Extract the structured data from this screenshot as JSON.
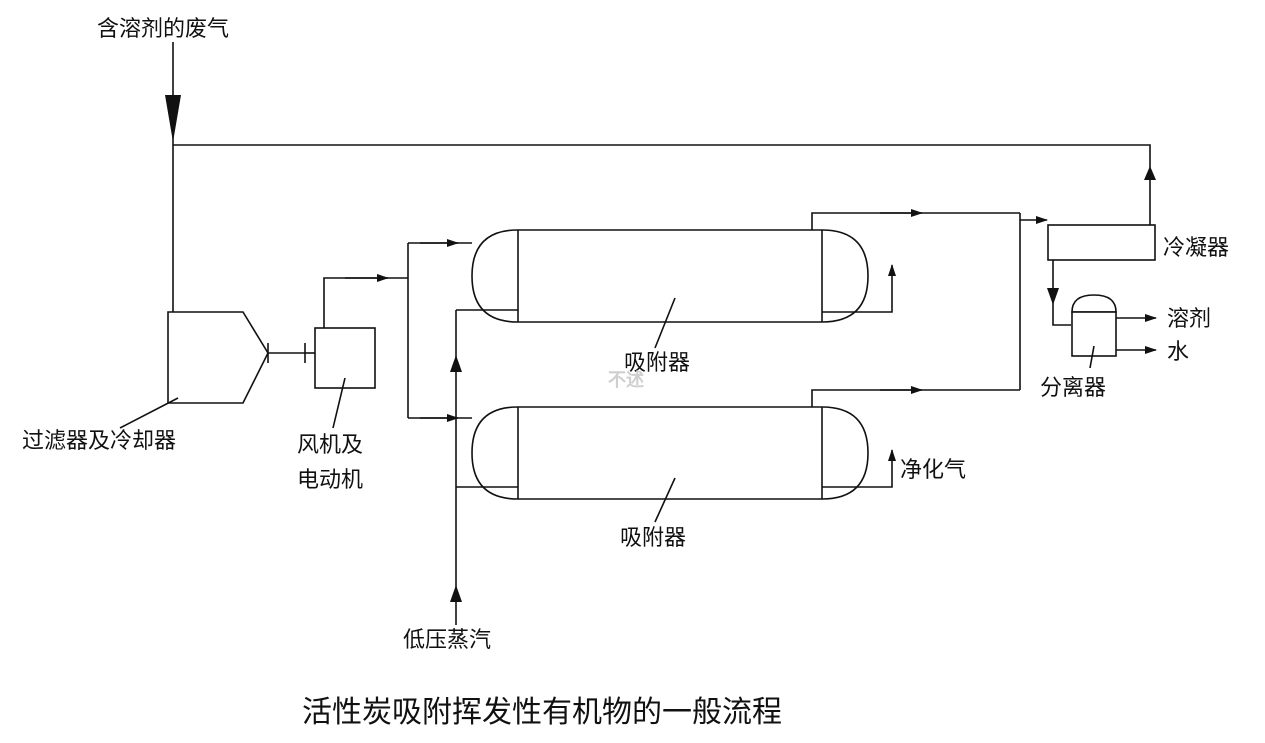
{
  "labels": {
    "inlet_gas": "含溶剂的废气",
    "filter_cooler": "过滤器及冷却器",
    "fan_line1": "风机及",
    "fan_line2": "电动机",
    "adsorber_top": "吸附器",
    "adsorber_bottom": "吸附器",
    "condenser": "冷凝器",
    "separator": "分离器",
    "solvent": "溶剂",
    "water": "水",
    "clean_gas": "净化气",
    "steam": "低压蒸汽",
    "watermark": "不述"
  },
  "caption": "活性炭吸附挥发性有机物的一般流程",
  "colors": {
    "line": "#111111",
    "background": "#ffffff"
  }
}
